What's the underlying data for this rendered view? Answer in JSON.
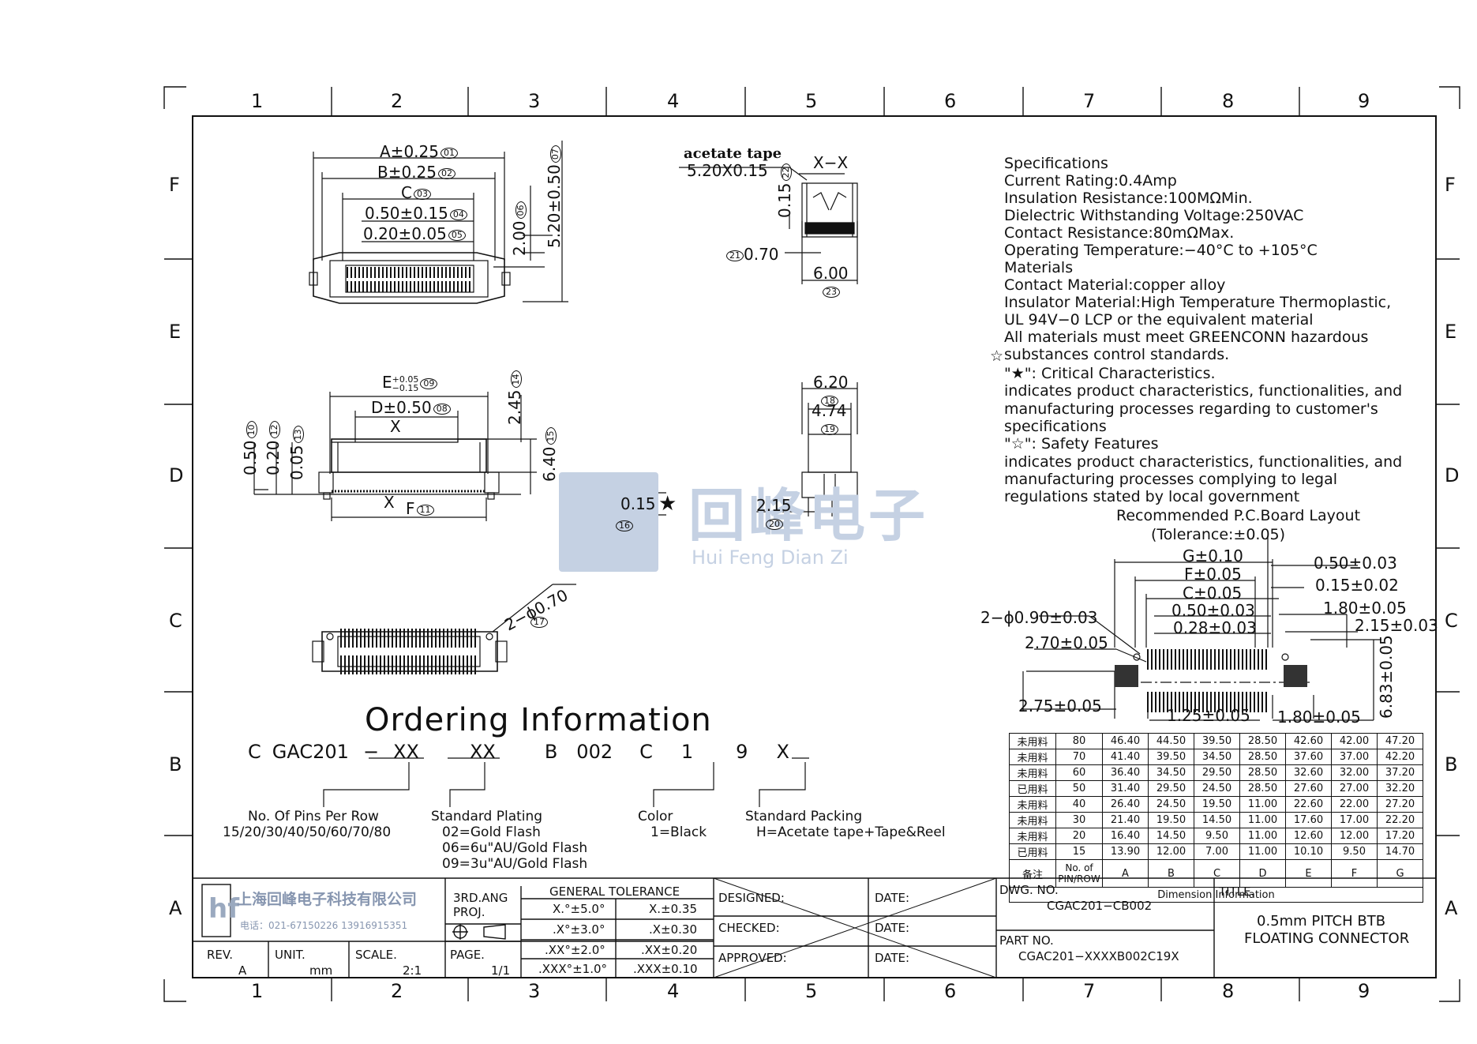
{
  "border": {
    "columns": [
      "1",
      "2",
      "3",
      "4",
      "5",
      "6",
      "7",
      "8",
      "9"
    ],
    "rows": [
      "F",
      "E",
      "D",
      "C",
      "B",
      "A"
    ]
  },
  "specs": {
    "lines": [
      "Specifications",
      "Current  Rating:0.4Amp",
      "Insulation  Resistance:100MΩMin.",
      "Dielectric  Withstanding  Voltage:250VAC",
      "Contact  Resistance:80mΩMax.",
      "Operating  Temperature:−40°C  to  +105°C",
      "Materials",
      "Contact  Material:copper  alloy",
      "Insulator  Material:High  Temperature  Thermoplastic,",
      "UL  94V−0  LCP  or  the  equivalent  material",
      " All  materials  must  meet  GREENCONN  hazardous",
      "substances  control  standards.",
      "\"★\":  Critical  Characteristics.",
      "indicates  product  characteristics,  functionalities,  and",
      "manufacturing  processes  regarding  to  customer's",
      "specifications",
      "\"☆\":  Safety  Features",
      "indicates  product  characteristics,  functionalities,  and",
      "manufacturing  processes  complying  to  legal",
      "regulations  stated  by  local  government"
    ],
    "pcb_title": "Recommended  P.C.Board  Layout",
    "pcb_tol": "(Tolerance:±0.05)"
  },
  "dims": {
    "a": "A±0.25",
    "a_n": "01",
    "b": "B±0.25",
    "b_n": "02",
    "c": "C",
    "c_n": "03",
    "d4": "0.50±0.15",
    "d4_n": "04",
    "d5": "0.20±0.05",
    "d5_n": "05",
    "d6": "2.00",
    "d6_n": "06",
    "d7": "5.20±0.50",
    "d7_n": "07",
    "e": "E",
    "e_sup": "+0.05",
    "e_sub": "−0.15",
    "e_n": "09",
    "d8": "D±0.50",
    "d8_n": "08",
    "f": "F",
    "f_n": "11",
    "d10": "0.50",
    "d10_n": "10",
    "d12": "0.20",
    "d12_n": "12",
    "d13": "0.05",
    "d13_n": "13",
    "d14": "2.45",
    "d14_n": "14",
    "d15": "6.40",
    "d15_n": "15",
    "flat": "0.15",
    "flat_n": "16",
    "x": "X",
    "hole": "2−ϕ0.70",
    "hole_n": "17",
    "tape_label": "acetate  tape",
    "tape": "5.20X0.15",
    "xx": "X−X",
    "d22": "0.15",
    "d22_n": "22",
    "d21": "0.70",
    "d21_n": "21",
    "d23": "6.00",
    "d23_n": "23",
    "d18": "6.20",
    "d18_n": "18",
    "d19": "4.74",
    "d19_n": "19",
    "d20": "2.15",
    "d20_n": "20"
  },
  "pcb": {
    "g": "G±0.10",
    "f": "F±0.05",
    "c": "C±0.05",
    "p1": "0.50±0.03",
    "p2": "0.28±0.03",
    "r1": "0.50±0.03",
    "r2": "0.15±0.02",
    "r3": "1.80±0.05",
    "r4": "2.15±0.03",
    "hole": "2−ϕ0.90±0.03",
    "l1": "2.70±0.05",
    "l2": "2.75±0.05",
    "b1": "1.25±0.05",
    "b2": "1.80±0.05",
    "v": "6.83±0.05"
  },
  "ordering": {
    "title": "Ordering  Information",
    "code": [
      "C",
      "GAC201",
      "−",
      "XX",
      "XX",
      "B",
      "002",
      "C",
      "1",
      "9",
      "X"
    ],
    "pins_label": "No.  Of  Pins  Per  Row",
    "pins_values": "15/20/30/40/50/60/70/80",
    "plating_label": "Standard  Plating",
    "plating_1": "02=Gold  Flash",
    "plating_2": "06=6u\"AU/Gold  Flash",
    "plating_3": "09=3u\"AU/Gold  Flash",
    "color_label": "Color",
    "color_value": "1=Black",
    "packing_label": "Standard  Packing",
    "packing_value": "H=Acetate  tape+Tape&Reel"
  },
  "table": {
    "rows": [
      [
        "未用料",
        "80",
        "46.40",
        "44.50",
        "39.50",
        "28.50",
        "42.60",
        "42.00",
        "47.20"
      ],
      [
        "未用料",
        "70",
        "41.40",
        "39.50",
        "34.50",
        "28.50",
        "37.60",
        "37.00",
        "42.20"
      ],
      [
        "未用料",
        "60",
        "36.40",
        "34.50",
        "29.50",
        "28.50",
        "32.60",
        "32.00",
        "37.20"
      ],
      [
        "已用料",
        "50",
        "31.40",
        "29.50",
        "24.50",
        "28.50",
        "27.60",
        "27.00",
        "32.20"
      ],
      [
        "未用料",
        "40",
        "26.40",
        "24.50",
        "19.50",
        "11.00",
        "22.60",
        "22.00",
        "27.20"
      ],
      [
        "未用料",
        "30",
        "21.40",
        "19.50",
        "14.50",
        "11.00",
        "17.60",
        "17.00",
        "22.20"
      ],
      [
        "未用料",
        "20",
        "16.40",
        "14.50",
        "9.50",
        "11.00",
        "12.60",
        "12.00",
        "17.20"
      ],
      [
        "已用料",
        "15",
        "13.90",
        "12.00",
        "7.00",
        "11.00",
        "10.10",
        "9.50",
        "14.70"
      ]
    ],
    "header_remark": "备注",
    "header_pins": "No. of PIN/ROW",
    "header_cols": [
      "A",
      "B",
      "C",
      "D",
      "E",
      "F",
      "G"
    ],
    "footer": "Dimension  Information"
  },
  "titleblock": {
    "company": "上海回峰电子科技有限公司",
    "phone": "电话：021-67150226  13916915351",
    "angle": "3RD.ANG",
    "proj": "PROJ.",
    "tol_title": "GENERAL  TOLERANCE",
    "tol": [
      [
        "X.°±5.0°",
        "X.±0.35"
      ],
      [
        ".X°±3.0°",
        ".X±0.30"
      ],
      [
        ".XX°±2.0°",
        ".XX±0.20"
      ],
      [
        ".XXX°±1.0°",
        ".XXX±0.10"
      ]
    ],
    "designed": "DESIGNED:",
    "checked": "CHECKED:",
    "approved": "APPROVED:",
    "date": "DATE:",
    "dwg_label": "DWG.  NO.",
    "dwg": "CGAC201−CB002",
    "part_label": "PART  NO.",
    "part": "CGAC201−XXXXB002C19X",
    "title_label": "TITLE.",
    "title_1": "0.5mm  PITCH  BTB",
    "title_2": "FLOATING  CONNECTOR",
    "rev_label": "REV.",
    "rev": "A",
    "unit_label": "UNIT.",
    "unit": "mm",
    "scale_label": "SCALE.",
    "scale": "2:1",
    "page_label": "PAGE.",
    "page": "1/1"
  },
  "watermark": {
    "cn": "回峰电子",
    "en": "Hui  Feng  Dian  Zi"
  }
}
